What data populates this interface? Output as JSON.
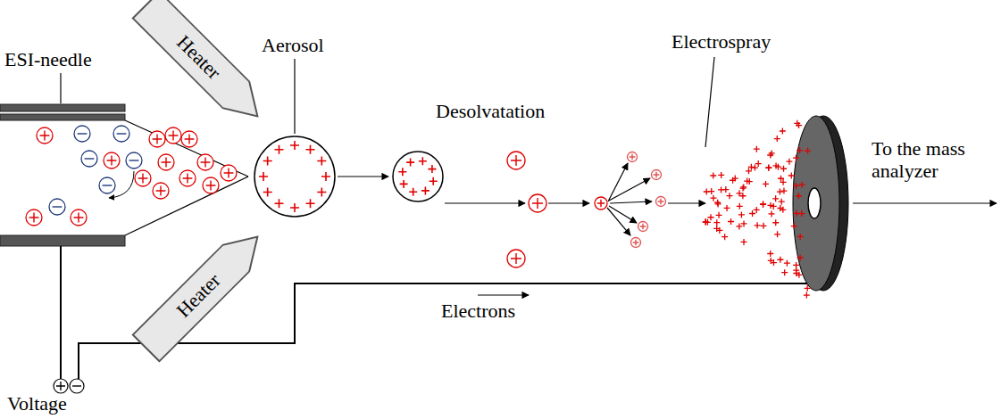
{
  "diagram": {
    "nodes": [
      {
        "text": [
          "Heater"
        ]
      },
      {
        "text": [
          "Heater"
        ]
      }
    ],
    "labels": [
      "ESI-needle",
      "Aerosol",
      "Desolvatation",
      "Electrospray",
      "To the mass analyzer",
      "Electrons",
      "Voltage"
    ]
  }
}
